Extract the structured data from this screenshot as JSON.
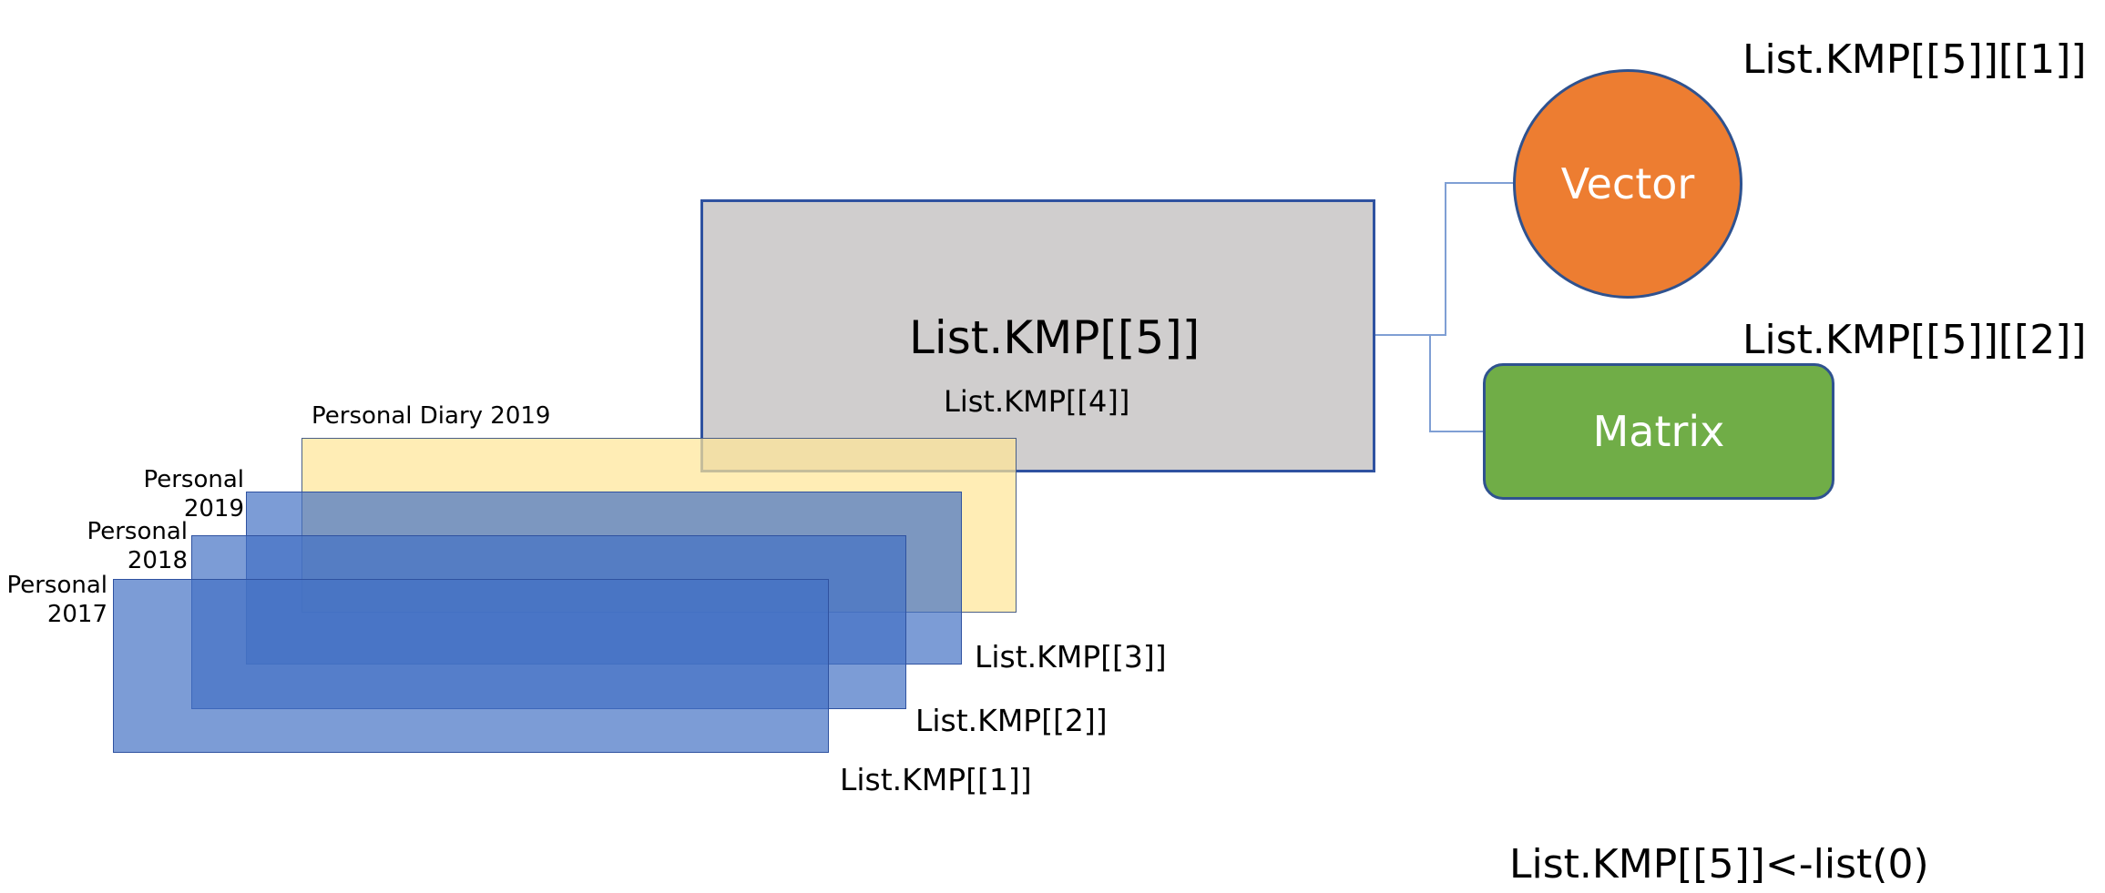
{
  "colors": {
    "gray_box_fill": "#d0cece",
    "gray_box_border": "#2f52a0",
    "vector_fill": "#ed7d31",
    "vector_border": "#2f528f",
    "matrix_fill": "#70ad47",
    "matrix_border": "#2f528f",
    "diary_fill": "#ffe699",
    "blue_fill": "#4472c4",
    "connector": "#7f9fd4"
  },
  "main_box": {
    "title": "List.KMP[[5]]",
    "subtitle": "List.KMP[[4]]"
  },
  "vector_node": {
    "label": "Vector",
    "index_label": "List.KMP[[5]][[1]]"
  },
  "matrix_node": {
    "label": "Matrix",
    "index_label": "List.KMP[[5]][[2]]"
  },
  "stack": [
    {
      "name": "Personal Diary 2019",
      "index_label": "List.KMP[[4]]"
    },
    {
      "name_line1": "Personal",
      "name_line2": "2019",
      "index_label": "List.KMP[[3]]"
    },
    {
      "name_line1": "Personal",
      "name_line2": "2018",
      "index_label": "List.KMP[[2]]"
    },
    {
      "name_line1": "Personal",
      "name_line2": "2017",
      "index_label": "List.KMP[[1]]"
    }
  ],
  "assignment": "List.KMP[[5]]<-list(0)"
}
